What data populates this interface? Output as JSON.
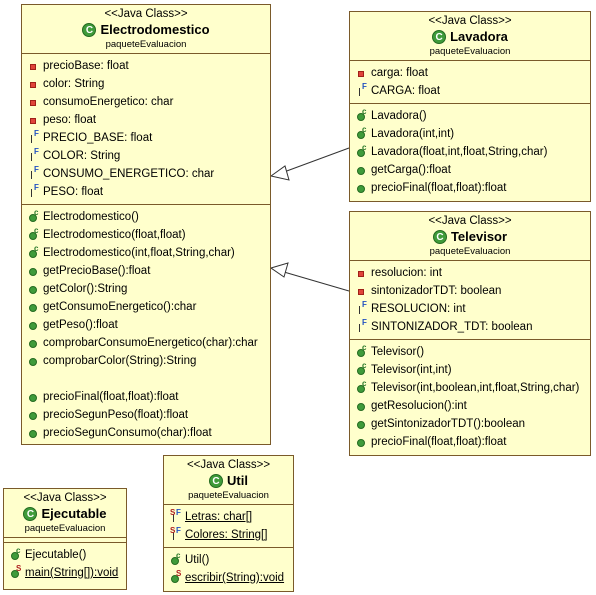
{
  "classes": {
    "electrodomestico": {
      "stereotype": "<<Java Class>>",
      "name": "Electrodomestico",
      "package": "paqueteEvaluacion",
      "attributes": [
        "precioBase: float",
        "color: String",
        "consumoEnergetico: char",
        "peso: float",
        "PRECIO_BASE: float",
        "COLOR: String",
        "CONSUMO_ENERGETICO: char",
        "PESO: float"
      ],
      "methods": [
        "Electrodomestico()",
        "Electrodomestico(float,float)",
        "Electrodomestico(int,float,String,char)",
        "getPrecioBase():float",
        "getColor():String",
        "getConsumoEnergetico():char",
        "getPeso():float",
        "comprobarConsumoEnergetico(char):char",
        "comprobarColor(String):String",
        "precioFinal(float,float):float",
        "precioSegunPeso(float):float",
        "precioSegunConsumo(char):float"
      ]
    },
    "lavadora": {
      "stereotype": "<<Java Class>>",
      "name": "Lavadora",
      "package": "paqueteEvaluacion",
      "attributes": [
        "carga: float",
        "CARGA: float"
      ],
      "methods": [
        "Lavadora()",
        "Lavadora(int,int)",
        "Lavadora(float,int,float,String,char)",
        "getCarga():float",
        "precioFinal(float,float):float"
      ]
    },
    "televisor": {
      "stereotype": "<<Java Class>>",
      "name": "Televisor",
      "package": "paqueteEvaluacion",
      "attributes": [
        "resolucion: int",
        "sintonizadorTDT: boolean",
        "RESOLUCION: int",
        "SINTONIZADOR_TDT: boolean"
      ],
      "methods": [
        "Televisor()",
        "Televisor(int,int)",
        "Televisor(int,boolean,int,float,String,char)",
        "getResolucion():int",
        "getSintonizadorTDT():boolean",
        "precioFinal(float,float):float"
      ]
    },
    "util": {
      "stereotype": "<<Java Class>>",
      "name": "Util",
      "package": "paqueteEvaluacion",
      "attributes": [
        "Letras: char[]",
        "Colores: String[]"
      ],
      "methods": [
        "Util()",
        "escribir(String):void"
      ]
    },
    "ejecutable": {
      "stereotype": "<<Java Class>>",
      "name": "Ejecutable",
      "package": "paqueteEvaluacion",
      "attributes": [],
      "methods": [
        "Ejecutable()",
        "main(String[]):void"
      ]
    }
  },
  "colors": {
    "class_fill": "#ffffcc",
    "class_border": "#7a5a2a",
    "public_icon": "#3f9b3a",
    "private_icon": "#e0443a",
    "final_marker": "#2050c0"
  }
}
